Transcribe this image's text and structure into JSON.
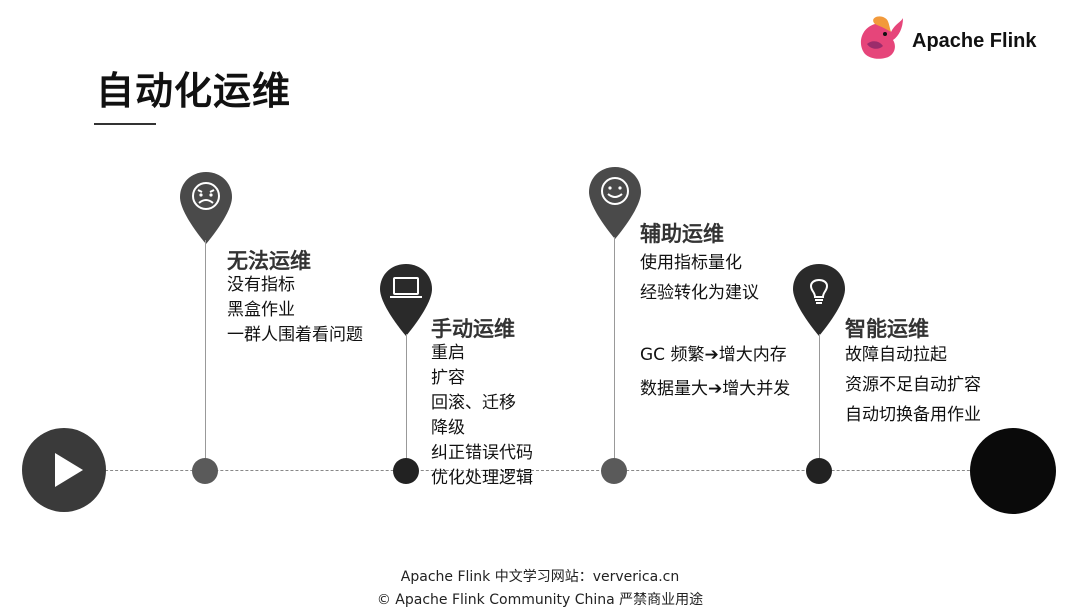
{
  "slide": {
    "title": "自动化运维",
    "brand": "Apache Flink"
  },
  "stages": [
    {
      "title": "无法运维",
      "icon": "sad-face-icon",
      "items": [
        "没有指标",
        "黑盒作业",
        "一群人围着看问题"
      ]
    },
    {
      "title": "手动运维",
      "icon": "laptop-icon",
      "items": [
        "重启",
        "扩容",
        "回滚、迁移",
        "降级",
        "纠正错误代码",
        "优化处理逻辑"
      ]
    },
    {
      "title": "辅助运维",
      "icon": "smile-face-icon",
      "items": [
        "使用指标量化",
        "经验转化为建议",
        "GC 频繁➔增大内存",
        "数据量大➔增大并发"
      ]
    },
    {
      "title": "智能运维",
      "icon": "lightbulb-icon",
      "items": [
        "故障自动拉起",
        "资源不足自动扩容",
        "自动切换备用作业"
      ]
    }
  ],
  "footer": {
    "line1": "Apache Flink 中文学习网站：ververica.cn",
    "line2": "© Apache Flink Community China  严禁商业用途"
  },
  "colors": {
    "pin": "#3a3a3a",
    "dot_grey": "#5a5a5a",
    "dot_black": "#222222",
    "logo_pink": "#e6457a",
    "logo_orange": "#f29a3b"
  }
}
